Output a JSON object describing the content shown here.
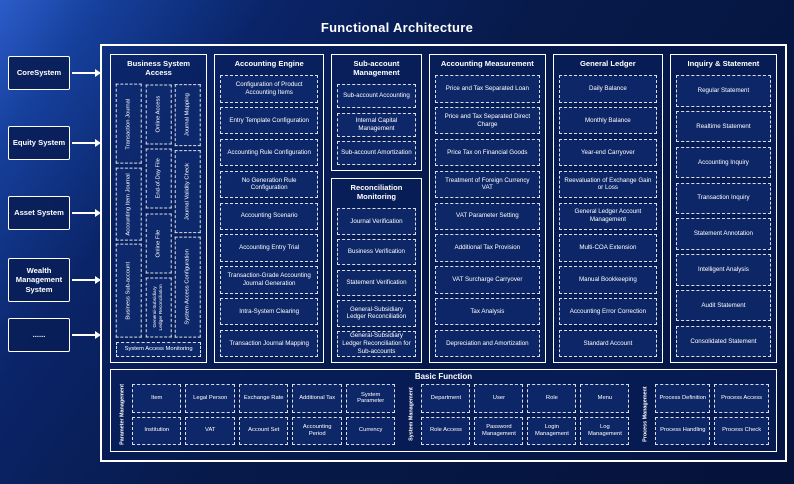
{
  "title": "Functional Architecture",
  "left_systems": [
    "CoreSystem",
    "Equity System",
    "Asset System",
    "Wealth Management System",
    "......"
  ],
  "access": {
    "title": "Business System Access",
    "col_a": [
      "Transaction Journal",
      "Accounting Item Journal",
      "Business Sub-account"
    ],
    "col_b": [
      "Online Access",
      "End-of-Day File",
      "Online File",
      "General-Subsidiary Ledger Reconciliation"
    ],
    "col_c": [
      "Journal Mapping",
      "Journal Validity Check",
      "System Access Configuration"
    ],
    "footer": "System Access Monitoring"
  },
  "engine": {
    "title": "Accounting Engine",
    "items": [
      "Configuration of Product Accounting Items",
      "Entry Template Configuration",
      "Accounting Rule Configuration",
      "No Generation Rule Configuration",
      "Accounting Scenario",
      "Accounting Entry Trial",
      "Transaction-Grade Accounting Journal Generation",
      "Intra-System Clearing",
      "Transaction Journal Mapping"
    ]
  },
  "subaccount": {
    "title": "Sub-account Management",
    "items": [
      "Sub-account Accounting",
      "Internal Capital Management",
      "Sub-account Amortization"
    ]
  },
  "reconciliation": {
    "title": "Reconciliation Monitoring",
    "items": [
      "Journal Verification",
      "Business Verification",
      "Statement Verification",
      "General-Subsidiary Ledger Reconciliation",
      "General-Subsidiary Ledger Reconciliation for Sub-accounts"
    ]
  },
  "measurement": {
    "title": "Accounting Measurement",
    "items": [
      "Price and Tax Separated Loan",
      "Price and Tax Separated Direct Charge",
      "Price Tax on Financial Goods",
      "Treatment of Foreign Currency VAT",
      "VAT Parameter Setting",
      "Additional Tax Provision",
      "VAT Surcharge Carryover",
      "Tax Analysis",
      "Depreciation and Amortization"
    ]
  },
  "ledger": {
    "title": "General Ledger",
    "items": [
      "Daily Balance",
      "Monthly Balance",
      "Year-end Carryover",
      "Reevaluation of Exchange Gain or Loss",
      "General Ledger Account Management",
      "Multi-COA Extension",
      "Manual Bookkeeping",
      "Accounting Error Correction",
      "Standard Account"
    ]
  },
  "inquiry": {
    "title": "Inquiry & Statement",
    "items": [
      "Regular Statement",
      "Realtime Statement",
      "Accounting Inquiry",
      "Transaction Inquiry",
      "Statement Annotation",
      "Intelligent Analysis",
      "Audit Statement",
      "Consolidated Statement"
    ]
  },
  "basic": {
    "title": "Basic Function",
    "parameter": {
      "label": "Parameter Management",
      "row1": [
        "Item",
        "Legal Person",
        "Exchange Rate",
        "Additional Tax",
        "System Parameter"
      ],
      "row2": [
        "Institution",
        "VAT",
        "Account Set",
        "Accounting Period",
        "Currency"
      ]
    },
    "system": {
      "label": "System Management",
      "row1": [
        "Department",
        "User",
        "Role",
        "Menu"
      ],
      "row2": [
        "Role Access",
        "Password Management",
        "Login Management",
        "Log Management"
      ]
    },
    "process": {
      "label": "Process Management",
      "row1": [
        "Process Definition",
        "Process Access"
      ],
      "row2": [
        "Process Handling",
        "Process Check"
      ]
    }
  },
  "colors": {
    "background": "#071a4a",
    "border": "#ffffff",
    "accent": "#2b5cc9"
  }
}
